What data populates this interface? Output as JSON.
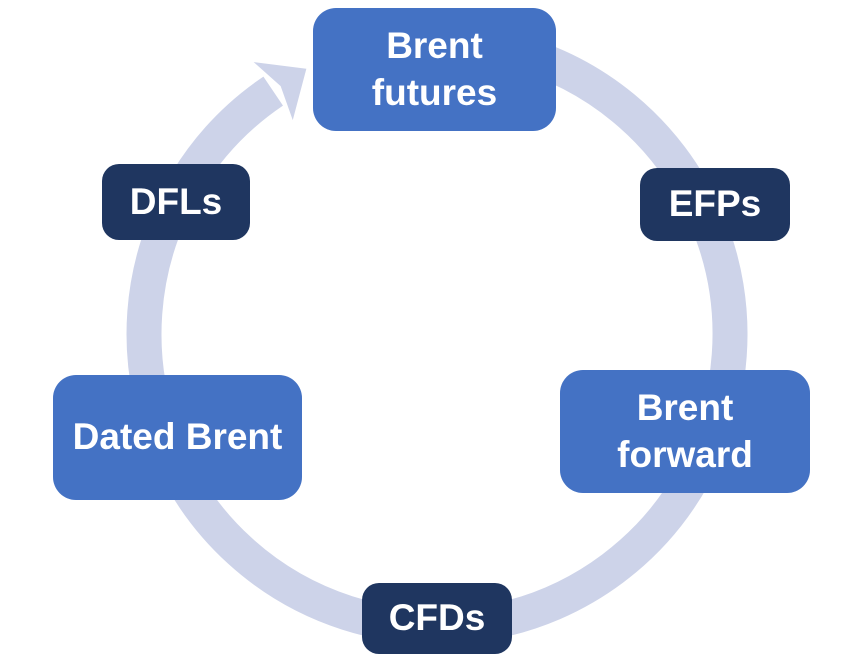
{
  "diagram": {
    "type": "cycle",
    "direction": "clockwise",
    "background": "#FFFFFF",
    "colors": {
      "primary_box": "#4472C4",
      "dark_box": "#1F3660",
      "ring": "#CDD3E9",
      "label_text": "#FFFFFF"
    },
    "nodes": [
      {
        "id": "brent-futures",
        "label": "Brent\nfutures",
        "fill": "primary",
        "position": "top"
      },
      {
        "id": "efps",
        "label": "EFPs",
        "fill": "dark",
        "position": "upper-right"
      },
      {
        "id": "brent-forward",
        "label": "Brent\nforward",
        "fill": "primary",
        "position": "lower-right"
      },
      {
        "id": "cfds",
        "label": "CFDs",
        "fill": "dark",
        "position": "bottom"
      },
      {
        "id": "dated-brent",
        "label": "Dated Brent",
        "fill": "primary",
        "position": "lower-left"
      },
      {
        "id": "dfls",
        "label": "DFLs",
        "fill": "dark",
        "position": "upper-left"
      }
    ],
    "cycle_order": [
      "Brent futures",
      "EFPs",
      "Brent forward",
      "CFDs",
      "Dated Brent",
      "DFLs"
    ]
  }
}
